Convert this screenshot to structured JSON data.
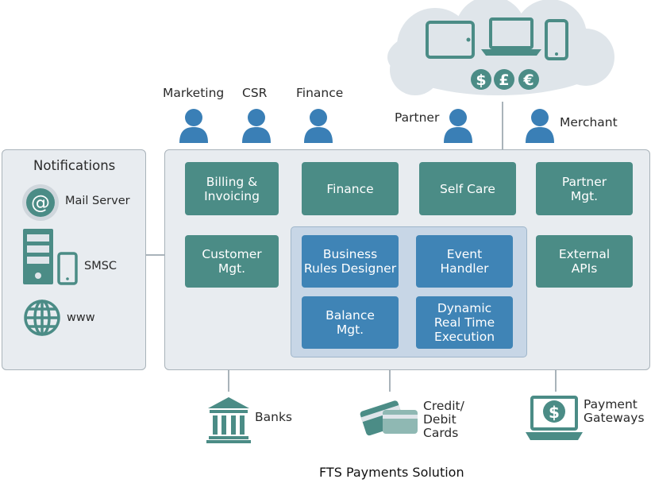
{
  "users": {
    "marketing": "Marketing",
    "csr": "CSR",
    "finance": "Finance",
    "partner": "Partner",
    "merchant": "Merchant"
  },
  "notifications": {
    "title": "Notifications",
    "mail_server": "Mail Server",
    "smsc": "SMSC",
    "www": "www"
  },
  "modules": {
    "billing": "Billing &\nInvoicing",
    "finance": "Finance",
    "self_care": "Self Care",
    "partner_mgt": "Partner\nMgt.",
    "customer_mgt": "Customer\nMgt.",
    "external_apis": "External\nAPIs"
  },
  "core": {
    "business_rules": "Business\nRules Designer",
    "event_handler": "Event\nHandler",
    "balance_mgt": "Balance\nMgt.",
    "dynamic_execution": "Dynamic\nReal Time\nExecution"
  },
  "channels": {
    "banks": "Banks",
    "cards": "Credit/\nDebit\nCards",
    "gateways": "Payment\nGateways"
  },
  "currencies": [
    "$",
    "£",
    "€"
  ],
  "caption": "FTS Payments Solution",
  "colors": {
    "teal": "#4b8c86",
    "blue": "#3f84b6",
    "user_blue": "#3a7fb6",
    "panel": "#e8ecf0",
    "core_panel": "#c7d6e6",
    "cloud": "#dfe5ea"
  }
}
